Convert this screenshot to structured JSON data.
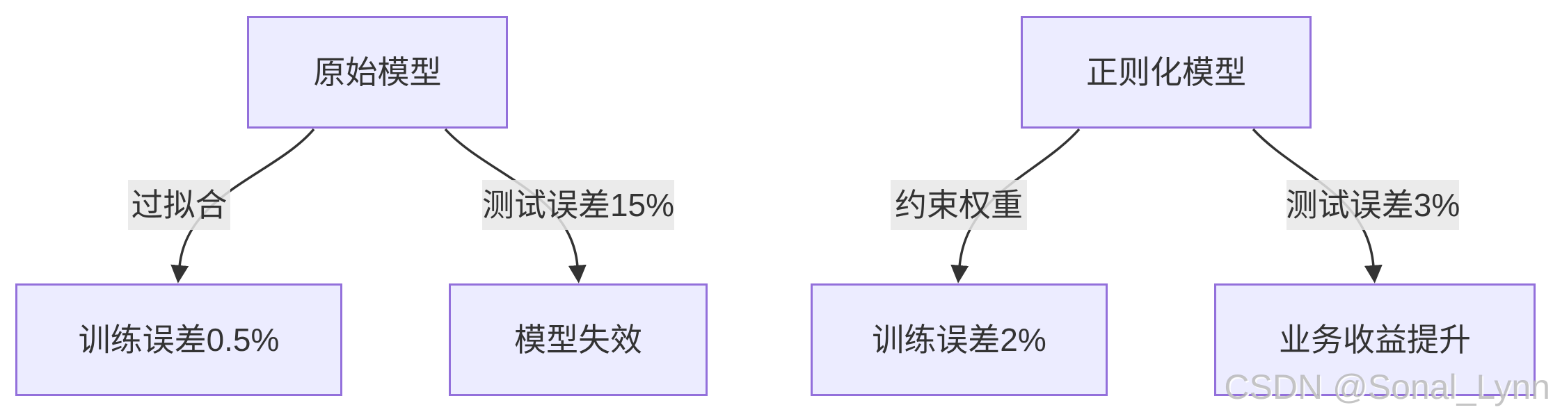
{
  "diagram": {
    "type": "flowchart",
    "direction": "top-down",
    "nodes": [
      {
        "id": "A",
        "label": "原始模型"
      },
      {
        "id": "B",
        "label": "训练误差0.5%"
      },
      {
        "id": "C",
        "label": "模型失效"
      },
      {
        "id": "D",
        "label": "正则化模型"
      },
      {
        "id": "E",
        "label": "训练误差2%"
      },
      {
        "id": "F",
        "label": "业务收益提升"
      }
    ],
    "edges": [
      {
        "from": "A",
        "to": "B",
        "label": "过拟合"
      },
      {
        "from": "A",
        "to": "C",
        "label": "测试误差15%"
      },
      {
        "from": "D",
        "to": "E",
        "label": "约束权重"
      },
      {
        "from": "D",
        "to": "F",
        "label": "测试误差3%"
      }
    ],
    "colors": {
      "node_fill": "#ECECFF",
      "node_border": "#9370DB",
      "edge_stroke": "#333333",
      "edge_label_bg": "#E8E8E8",
      "text": "#333333",
      "background": "#FFFFFF",
      "watermark": "#B2B2B2"
    },
    "watermark": "CSDN @Sonal_Lynn"
  }
}
